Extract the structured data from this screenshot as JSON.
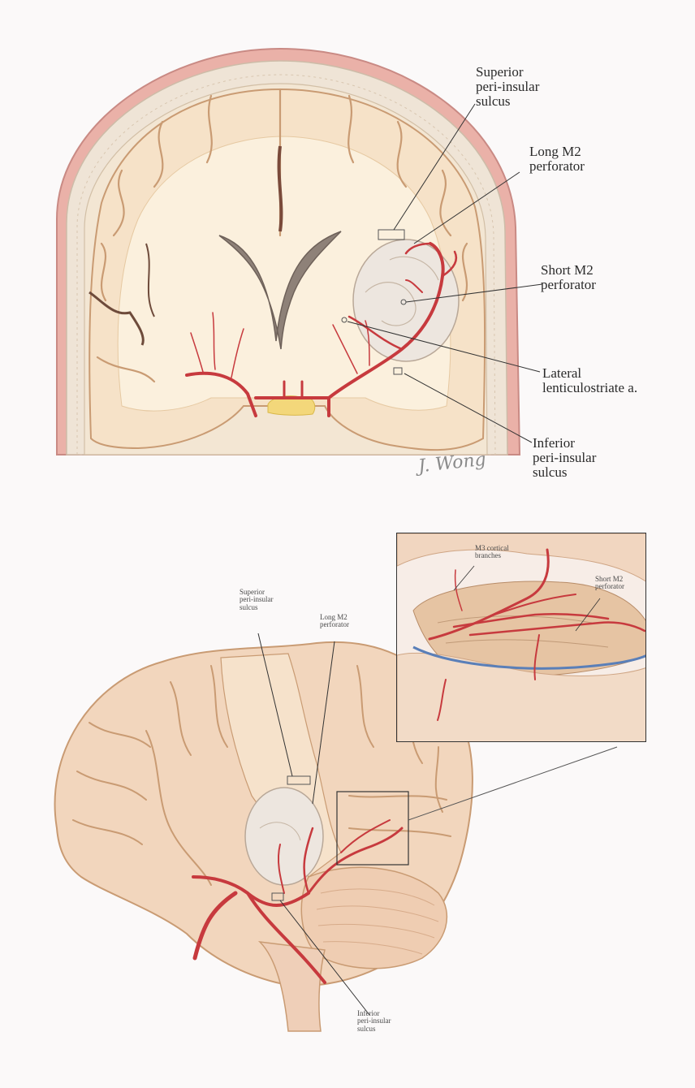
{
  "top_figure": {
    "labels": {
      "superior_sulcus": [
        "Superior",
        "peri-insular",
        "sulcus"
      ],
      "long_m2": [
        "Long M2",
        "perforator"
      ],
      "short_m2": [
        "Short M2",
        "perforator"
      ],
      "lateral_lenticulostriate": [
        "Lateral",
        "lenticulostriate a."
      ],
      "inferior_sulcus": [
        "Inferior",
        "peri-insular",
        "sulcus"
      ]
    },
    "signature": "J. Wong"
  },
  "bottom_figure": {
    "labels": {
      "superior_sulcus": [
        "Superior",
        "peri-insular",
        "sulcus"
      ],
      "long_m2": [
        "Long M2",
        "perforator"
      ],
      "inferior_sulcus": [
        "Inferior",
        "peri-insular",
        "sulcus"
      ]
    },
    "inset_labels": {
      "m3_cortical": [
        "M3 cortical",
        "branches"
      ],
      "short_m2": [
        "Short M2",
        "perforator"
      ]
    }
  },
  "colors": {
    "skull": "#efe3d3",
    "scalp": "#e8a8a0",
    "brain_tissue": "#f6e2c8",
    "white_matter": "#fbf0dd",
    "artery": "#c73a3e",
    "tumor": "#ede6df",
    "ventricle": "#8e8178",
    "vein": "#5a7fb8"
  }
}
